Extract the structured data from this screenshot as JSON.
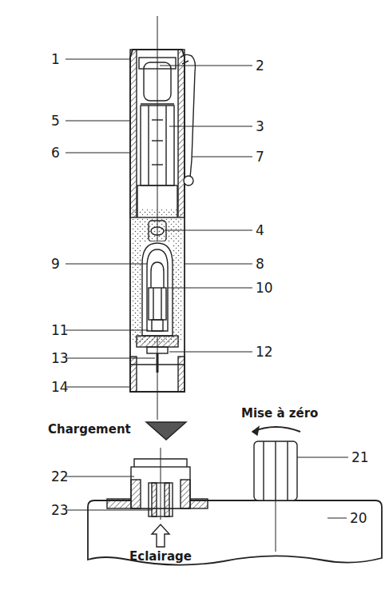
{
  "diagram": {
    "labels": [
      "1",
      "2",
      "5",
      "3",
      "6",
      "7",
      "4",
      "9",
      "8",
      "10",
      "11",
      "13",
      "12",
      "14",
      "Chargement",
      "Mise à zéro",
      "22",
      "21",
      "23",
      "20",
      "Eclairage"
    ]
  }
}
